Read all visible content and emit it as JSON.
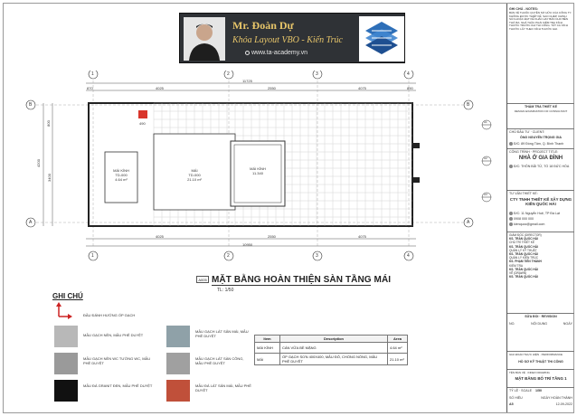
{
  "banner": {
    "name": "Mr. Đoàn Dự",
    "course": "Khóa Layout VBO - Kiến Trúc",
    "website": "www.ta-academy.vn"
  },
  "drawing": {
    "dims_top": [
      "870",
      "4025",
      "2550",
      "4075",
      "890"
    ],
    "dims_top_total": "11725",
    "dims_bottom": [
      "4025",
      "2550",
      "4075"
    ],
    "dims_bottom_total": "10950",
    "dims_left": [
      "4200"
    ],
    "dims_left_inner": [
      "800",
      "3400"
    ],
    "axes": [
      "1",
      "2",
      "3",
      "4"
    ],
    "rows": [
      "A",
      "B"
    ],
    "section_tags": [
      "A1",
      "A2",
      "A3"
    ],
    "dim_note": "490",
    "rooms": [
      {
        "name": "MÁI KÍNH",
        "code": "TD-000",
        "area": "4.64 m²"
      },
      {
        "name": "MÁI",
        "code": "TD-000",
        "area": "21.10 m²"
      },
      {
        "name": "MÁI KÍNH",
        "code": "11.340",
        "area": ""
      }
    ]
  },
  "title": {
    "tag": "A005",
    "main": "MẶT BẰNG HOÀN THIỆN SÀN TẦNG MÁI",
    "scale": "TL: 1/50"
  },
  "notes": {
    "heading": "GHI CHÚ",
    "items": [
      {
        "label": "ĐẦU ĐÁNH HƯỚNG ỐP GẠCH",
        "color": "#cc2222"
      },
      {
        "label": "MẪU GẠCH NỀN, MẪU PHÊ DUYỆT",
        "color": "#b8b8b8"
      },
      {
        "label": "MẪU GẠCH LÁT SÂN MÁI, MẪU PHÊ DUYỆT",
        "color": "#8fa1a8"
      },
      {
        "label": "MẪU GẠCH NỀN WC TƯỜNG WC, MẪU PHÊ DUYỆT",
        "color": "#9a9a9a"
      },
      {
        "label": "MẪU GẠCH LÁT SÀN CÔNG, MẪU PHÊ DUYỆT",
        "color": "#a0a0a0"
      },
      {
        "label": "MẪU ĐÁ GRANIT ĐEN, MẪU PHÊ DUYỆT",
        "color": "#111111"
      },
      {
        "label": "MẪU ĐÁ LÁT SÂN MÁI, MẪU PHÊ DUYỆT",
        "color": "#c0503a"
      }
    ]
  },
  "table": {
    "headers": [
      "Item",
      "Description",
      "Area"
    ],
    "rows": [
      [
        "MÁI KÍNH",
        "CÁN VỮA BỀ MẶNG",
        "4.64 m²"
      ],
      [
        "MÁI",
        "ỐP GẠCH SƠN 400X400, MẪU ĐỎ, CHỐNG NÓNG, MẪU PHÊ DUYỆT",
        "21.10 m²"
      ]
    ]
  },
  "titleblock": {
    "notes_head": "GHI CHÚ - NOTES:",
    "notes_body": "BẢN VẼ THUỘC QUYỀN SỞ HỮU CỦA CÔNG TY. KHÔNG ĐƯỢC THIẾT KẾ, SAO CHÉP, CHỈNH SỬA HOẶC ĐẠT KẾ KHÁC HAY BÁN CHO BÊN THỨ BA. NHÀ THẦU PHẢI KIỂM TRA KÍCH THƯỚC TRƯỚC KHI THI CÔNG. TẤT CẢ KÍCH THƯỚC LẤY THEO KÍCH THƯỚC GHI.",
    "check_head": "THẨM TRA THIẾT KẾ",
    "check_sub": "DESIGN EXAMINATION OF CONSULTANT",
    "owner_lbl": "CHỦ ĐẦU TƯ · CLIENT:",
    "owner": "ÔNG NGUYỄN TRỌNG GIA",
    "owner_addr": "Đ/C: 89 Đồng Tâm, Q. Bình Thạnh",
    "project_lbl": "CÔNG TRÌNH · PROJECT TITLE:",
    "project": "NHÀ Ở GIA ĐÌNH",
    "project_addr": "Đ/C: THÔN BÃI TỬ, TỔ 18 ĐỨC HÒA",
    "consult_lbl": "TƯ VẤN THIẾT KẾ:",
    "consult": "CTY TNHH THIẾT KẾ XÂY DỰNG KIẾN QUỐC HẢI",
    "consult_addr": "Đ/C: 11 Nguyễn Huệ, TP Đà Lạt",
    "consult_phone": "0908 000 000",
    "consult_mail": "kienquoc@gmail.com",
    "roles": [
      "GIÁM ĐỐC (DIRECTOR)",
      "KS. TRẦN QUỐC HẢI",
      "CHỦ TRÌ THIẾT KẾ",
      "KS. TRẦN QUỐC HẢI",
      "QUẢN LÝ KỸ THUẬT",
      "KS. TRẦN QUỐC HẢI",
      "QUẢN LÝ KIẾN TRÚC",
      "KS. PHẠM TIẾN THÀNH",
      "KIỂM TRA",
      "KS. TRẦN QUỐC HẢI",
      "VẼ (DRAWN)",
      "KS. TRẦN QUỐC HẢI"
    ],
    "revision_head": "SỬA ĐỔI · REVISION",
    "revision_cols": [
      "NO.",
      "NỘI DUNG",
      "NGÀY"
    ],
    "stage_lbl": "GIAI ĐOẠN THỰC HIỆN · PERFORMANCE",
    "stage": "HỒ SƠ KỸ THUẬT THI CÔNG",
    "sheet_lbl": "TÊN BẢN VẼ · INDEX DRAWING",
    "sheet": "MẶT BẰNG BỐ TRÍ TẦNG 1",
    "scale_lbl": "TỶ LỆ · SCALE",
    "scale": "1/50",
    "sheet_no_lbl": "SỐ HIỆU",
    "sheet_no": "A5",
    "date_lbl": "NGÀY HOÀN THÀNH",
    "date": "12-09-2022"
  }
}
